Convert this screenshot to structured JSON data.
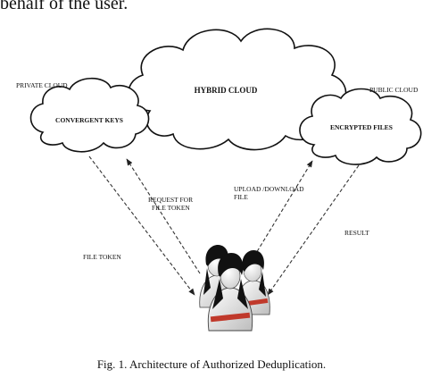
{
  "top_text": "behalf of the user.",
  "diagram": {
    "private_cloud_label": "PRIVATE CLOUD",
    "hybrid_cloud_label": "HYBRID CLOUD",
    "public_cloud_label": "PUBLIC CLOUD",
    "convergent_keys_label": "CONVERGENT KEYS",
    "encrypted_files_label": "ENCRYPTED FILES",
    "request_file_token_line1": "REQUEST FOR",
    "request_file_token_line2": "FILE TOKEN",
    "upload_download_line1": "UPLOAD /DOWNLOAD",
    "upload_download_line2": "FILE",
    "file_token_label": "FILE TOKEN",
    "result_label": "RESULT",
    "users_icon": "users-group-icon"
  },
  "caption": "Fig. 1. Architecture of Authorized Deduplication."
}
